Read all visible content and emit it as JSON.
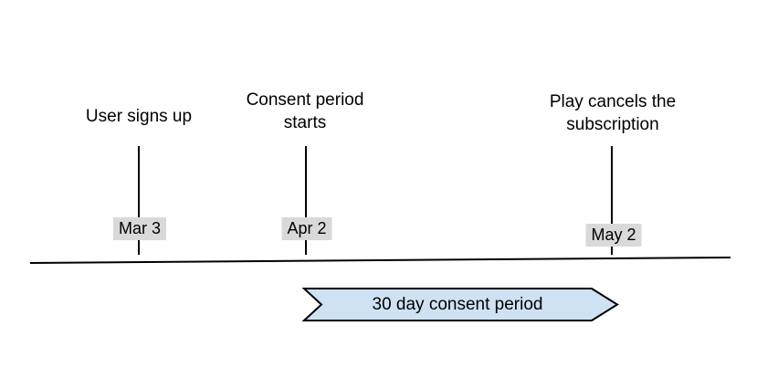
{
  "diagram": {
    "type": "timeline",
    "events": [
      {
        "label": "User signs up",
        "date": "Mar 3"
      },
      {
        "label": "Consent period starts",
        "date": "Apr 2"
      },
      {
        "label": "Play cancels the subscription",
        "date": "May 2"
      }
    ],
    "banner": {
      "label": "30 day consent period",
      "fill": "#cfe2f3",
      "border": "#000000",
      "spans": {
        "from_date": "Apr 2",
        "to_date": "May 2"
      }
    },
    "colors": {
      "badge_bg": "#d9d9d9",
      "line": "#000000",
      "text": "#000000",
      "background": "#ffffff"
    }
  }
}
